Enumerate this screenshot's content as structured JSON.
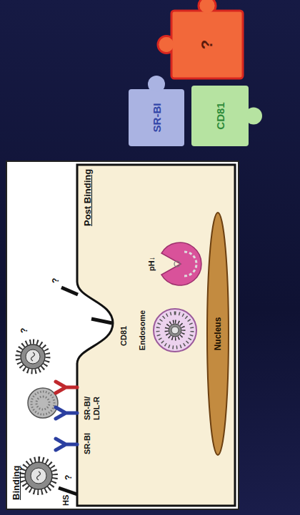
{
  "diagram": {
    "nodes": [
      {
        "text": [
          "SR-BI"
        ]
      },
      {
        "text": [
          "CD81"
        ]
      },
      {
        "text": [
          "?"
        ]
      },
      {
        "text": [
          "Endosome"
        ]
      },
      {
        "text": [
          "Nucleus"
        ]
      }
    ],
    "labels": [
      "Binding",
      "HS",
      "?",
      "SR-BI",
      "SR-BI/ LDL-R",
      "?",
      "CD81",
      "?",
      "Post Binding",
      "pH↓"
    ]
  }
}
